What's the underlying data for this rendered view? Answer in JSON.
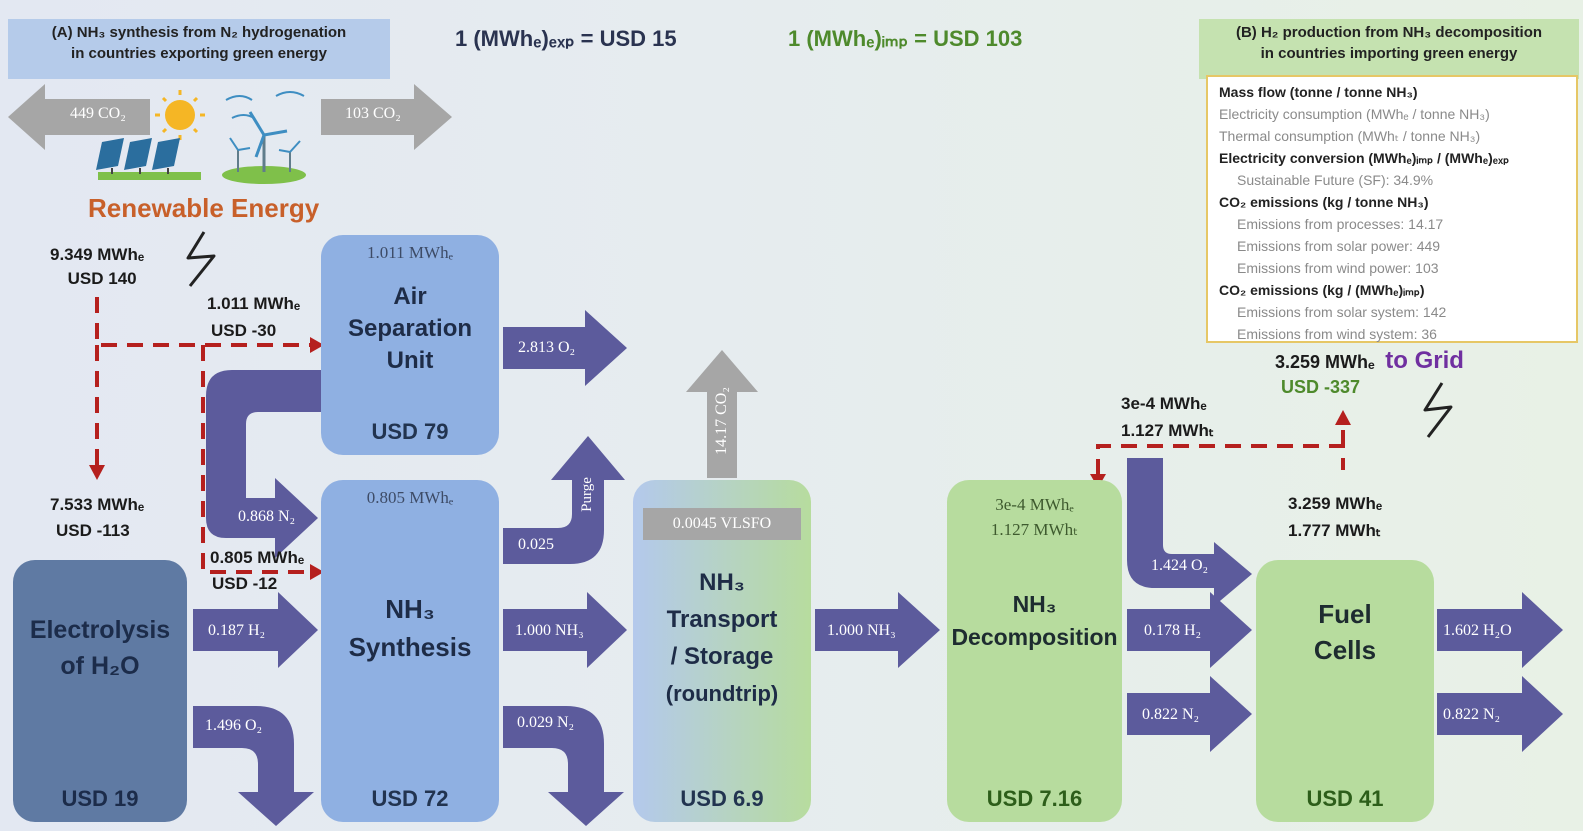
{
  "headers": {
    "left": [
      "(A) NH₃ synthesis from N₂ hydrogenation",
      "in countries exporting green energy"
    ],
    "right": [
      "(B) H₂ production from NH₃ decomposition",
      "in countries importing green energy"
    ],
    "rate_exp": "1 (MWhₑ)ₑₓₚ = USD 15",
    "rate_imp": "1 (MWhₑ)ᵢₘₚ = USD 103"
  },
  "renewable": {
    "label": "Renewable Energy",
    "co2_left": "449 CO₂",
    "co2_right": "103 CO₂"
  },
  "left_flows": {
    "total_energy": "9.349 MWhₑ",
    "total_cost": "USD 140",
    "asu_energy": "1.011 MWhₑ",
    "asu_cost": "USD -30",
    "electro_energy": "7.533 MWhₑ",
    "electro_cost": "USD -113",
    "syn_energy": "0.805 MWhₑ",
    "syn_cost": "USD -12"
  },
  "boxes": {
    "asu": {
      "top": "1.011 MWhₑ",
      "name": [
        "Air",
        "Separation",
        "Unit"
      ],
      "usd": "USD 79"
    },
    "electrolysis": {
      "name": [
        "Electrolysis",
        "of H₂O"
      ],
      "usd": "USD 19"
    },
    "synthesis": {
      "top": "0.805 MWhₑ",
      "name": [
        "NH₃",
        "Synthesis"
      ],
      "usd": "USD 72"
    },
    "transport": {
      "top": "0.0045 VLSFO",
      "name": [
        "NH₃",
        "Transport",
        "/ Storage",
        "(roundtrip)"
      ],
      "usd": "USD 6.9"
    },
    "decomposition": {
      "top": [
        "3e-4 MWhₑ",
        "1.127 MWhₜ"
      ],
      "name": [
        "NH₃",
        "Decomposition"
      ],
      "usd": "USD 7.16"
    },
    "fuelcells": {
      "name": [
        "Fuel",
        "Cells"
      ],
      "usd": "USD 41"
    }
  },
  "arrow_labels": {
    "o2_asu": "2.813 O₂",
    "n2_loop": "0.868 N₂",
    "h2_in": "0.187 H₂",
    "o2_electro": "1.496 O₂",
    "purge_value": "0.025",
    "purge_text": "Purge",
    "nh3_out": "1.000 NH₃",
    "n2_syn": "0.029 N₂",
    "co2_transport": "14.17 CO₂",
    "nh3_transport": "1.000 NH₃",
    "o2_fc": "1.424 O₂",
    "h2_fc": "0.178 H₂",
    "n2_decomp": "0.822 N₂",
    "h2o_out": "1.602 H₂O",
    "n2_out": "0.822 N₂"
  },
  "right_flows": {
    "decomp_in_e": "3e-4 MWhₑ",
    "decomp_in_t": "1.127 MWhₜ",
    "grid_energy": "3.259 MWhₑ",
    "grid_label": "to Grid",
    "grid_cost": "USD -337",
    "fc_energy_e": "3.259 MWhₑ",
    "fc_energy_t": "1.777 MWhₜ"
  },
  "legend": {
    "items": [
      {
        "text": "Mass flow (tonne / tonne NH₃)",
        "style": "bold"
      },
      {
        "text": "Electricity consumption (MWhₑ / tonne NH₃)",
        "style": "gray"
      },
      {
        "text": "Thermal    consumption (MWhₜ / tonne NH₃)",
        "style": "gray"
      },
      {
        "text": "Electricity conversion (MWhₑ)ᵢₘₚ / (MWhₑ)ₑₓₚ",
        "style": "bold"
      },
      {
        "text": "Sustainable Future (SF): 34.9%",
        "style": "indent"
      },
      {
        "text": "CO₂ emissions (kg / tonne NH₃)",
        "style": "bold"
      },
      {
        "text": "Emissions from processes: 14.17",
        "style": "indent"
      },
      {
        "text": "Emissions from solar power: 449",
        "style": "indent"
      },
      {
        "text": "Emissions from wind power: 103",
        "style": "indent"
      },
      {
        "text": "CO₂ emissions (kg / (MWhₑ)ᵢₘₚ)",
        "style": "bold"
      },
      {
        "text": "Emissions from solar system: 142",
        "style": "indent"
      },
      {
        "text": "Emissions from wind system:   36",
        "style": "indent"
      }
    ]
  },
  "colors": {
    "flow_arrow": "#5c5b9c",
    "co2_arrow": "#a6a6a6",
    "energy_dash": "#b5201e",
    "box_blue": "#8fb0e2",
    "box_dark": "#5f7aa3",
    "box_green": "#b7dc9e",
    "renewable_text": "#c8602a",
    "grid_text": "#7030a0",
    "header_blue": "#b5cbea",
    "header_green": "#c5e2b0"
  }
}
